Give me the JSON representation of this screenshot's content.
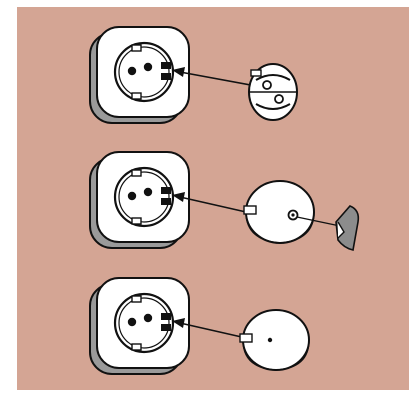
{
  "colors": {
    "background": "#D4A594",
    "outline": "#111111",
    "socket_face": "#FFFFFF",
    "socket_side": "#9A9A9A",
    "seal_shade": "#8C8C8C"
  },
  "illustration": {
    "steps": [
      {
        "id": "step-1",
        "insert": "split-ring-protector",
        "arrow": "arrow-to-socket"
      },
      {
        "id": "step-2",
        "insert": "round-cover-with-key",
        "arrow": "arrow-to-socket",
        "extra": "key-piece"
      },
      {
        "id": "step-3",
        "insert": "round-cover-plugged",
        "arrow": "arrow-to-socket"
      }
    ]
  }
}
